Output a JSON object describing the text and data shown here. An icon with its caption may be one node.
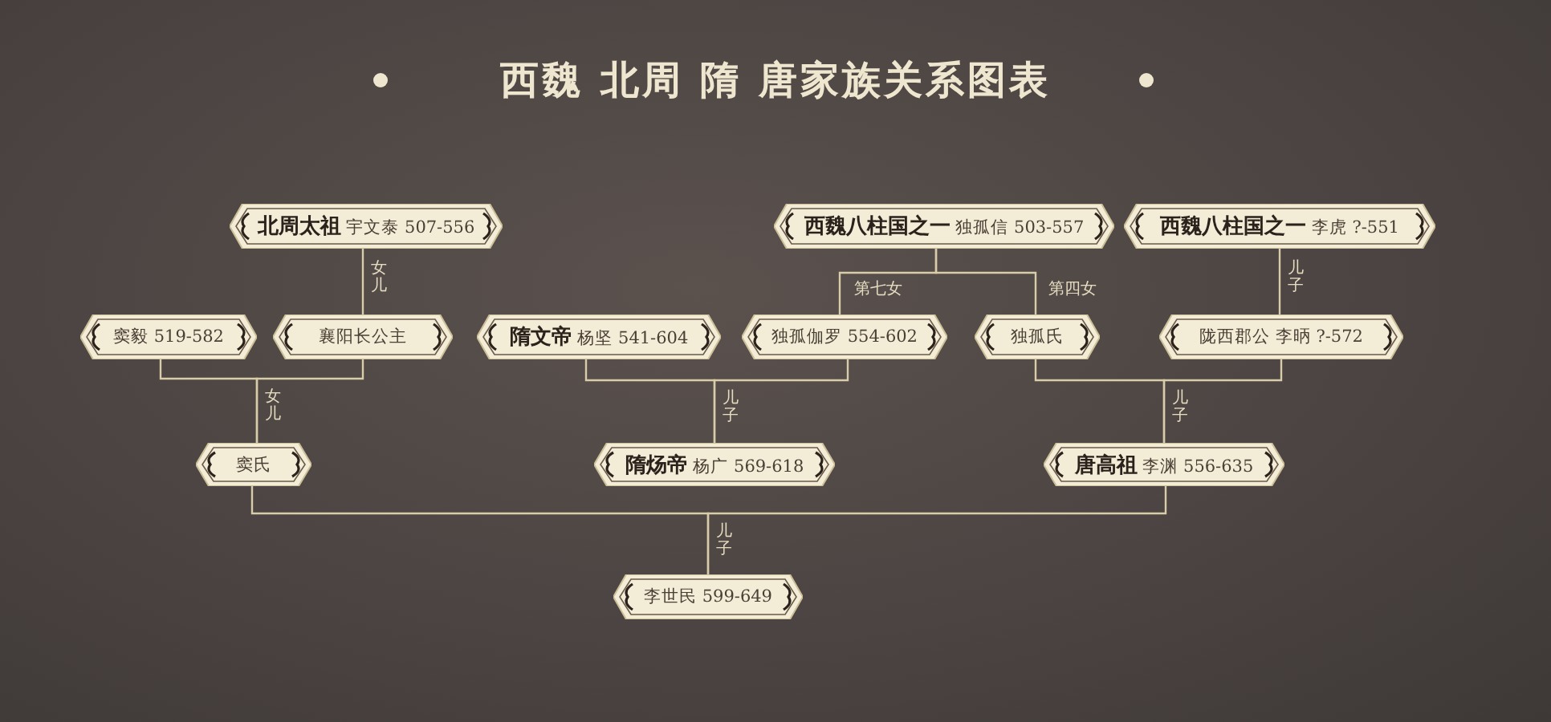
{
  "diagram": {
    "title": "西魏 北周 隋 唐家族关系图表",
    "nodes": [
      {
        "text": [
          "**北周太祖** 宇文泰 507-556"
        ]
      },
      {
        "text": [
          "**西魏八柱国之一** 独孤信 503-557"
        ]
      },
      {
        "text": [
          "**西魏八柱国之一** 李虎 ?-551"
        ]
      },
      {
        "text": [
          "窦毅 519-582"
        ]
      },
      {
        "text": [
          "襄阳长公主"
        ]
      },
      {
        "text": [
          "**隋文帝** 杨坚 541-604"
        ]
      },
      {
        "text": [
          "独孤伽罗 554-602"
        ]
      },
      {
        "text": [
          "独孤氏"
        ]
      },
      {
        "text": [
          "陇西郡公 李昞 ?-572"
        ]
      },
      {
        "text": [
          "窦氏"
        ]
      },
      {
        "text": [
          "**隋炀帝** 杨广 569-618"
        ]
      },
      {
        "text": [
          "**唐高祖** 李渊 556-635"
        ]
      },
      {
        "text": [
          "李世民 599-649"
        ]
      }
    ],
    "edges": [
      {
        "from": 0,
        "to": 4,
        "label": "女儿",
        "arrow": "none"
      },
      {
        "from": 1,
        "to": 6,
        "label": "第七女",
        "arrow": "none"
      },
      {
        "from": 1,
        "to": 7,
        "label": "第四女",
        "arrow": "none"
      },
      {
        "from": 2,
        "to": 8,
        "label": "儿子",
        "arrow": "none"
      },
      {
        "from": 3,
        "to": 9,
        "label": "女儿",
        "arrow": "none"
      },
      {
        "from": 4,
        "to": 9,
        "arrow": "none"
      },
      {
        "from": 5,
        "to": 10,
        "label": "儿子",
        "arrow": "none"
      },
      {
        "from": 6,
        "to": 10,
        "arrow": "none"
      },
      {
        "from": 7,
        "to": 11,
        "arrow": "none"
      },
      {
        "from": 8,
        "to": 11,
        "label": "儿子",
        "arrow": "none"
      },
      {
        "from": 9,
        "to": 12,
        "arrow": "none"
      },
      {
        "from": 11,
        "to": 12,
        "label": "儿子",
        "arrow": "none"
      }
    ]
  }
}
